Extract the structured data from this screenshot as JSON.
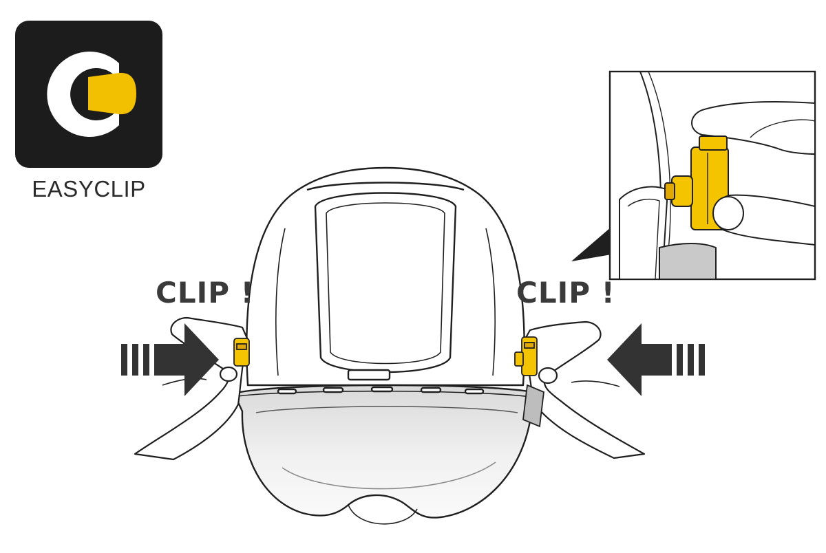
{
  "logo": {
    "label": "EASYCLIP",
    "accent_color": "#f2c000",
    "tile_color": "#1c1c1c",
    "icon": "easyclip-logo-icon"
  },
  "callouts": {
    "left": "CLIP !",
    "right": "CLIP !"
  },
  "colors": {
    "clip_yellow": "#f5c400",
    "line": "#1f1f1f",
    "arrow": "#333333",
    "visor_shade": "#e6e6e6"
  },
  "icons": {
    "arrow_left": "push-arrow-right-icon",
    "arrow_right": "push-arrow-left-icon",
    "helmet": "helmet-illustration",
    "visor": "visor-illustration",
    "detail": "clip-detail-inset"
  }
}
